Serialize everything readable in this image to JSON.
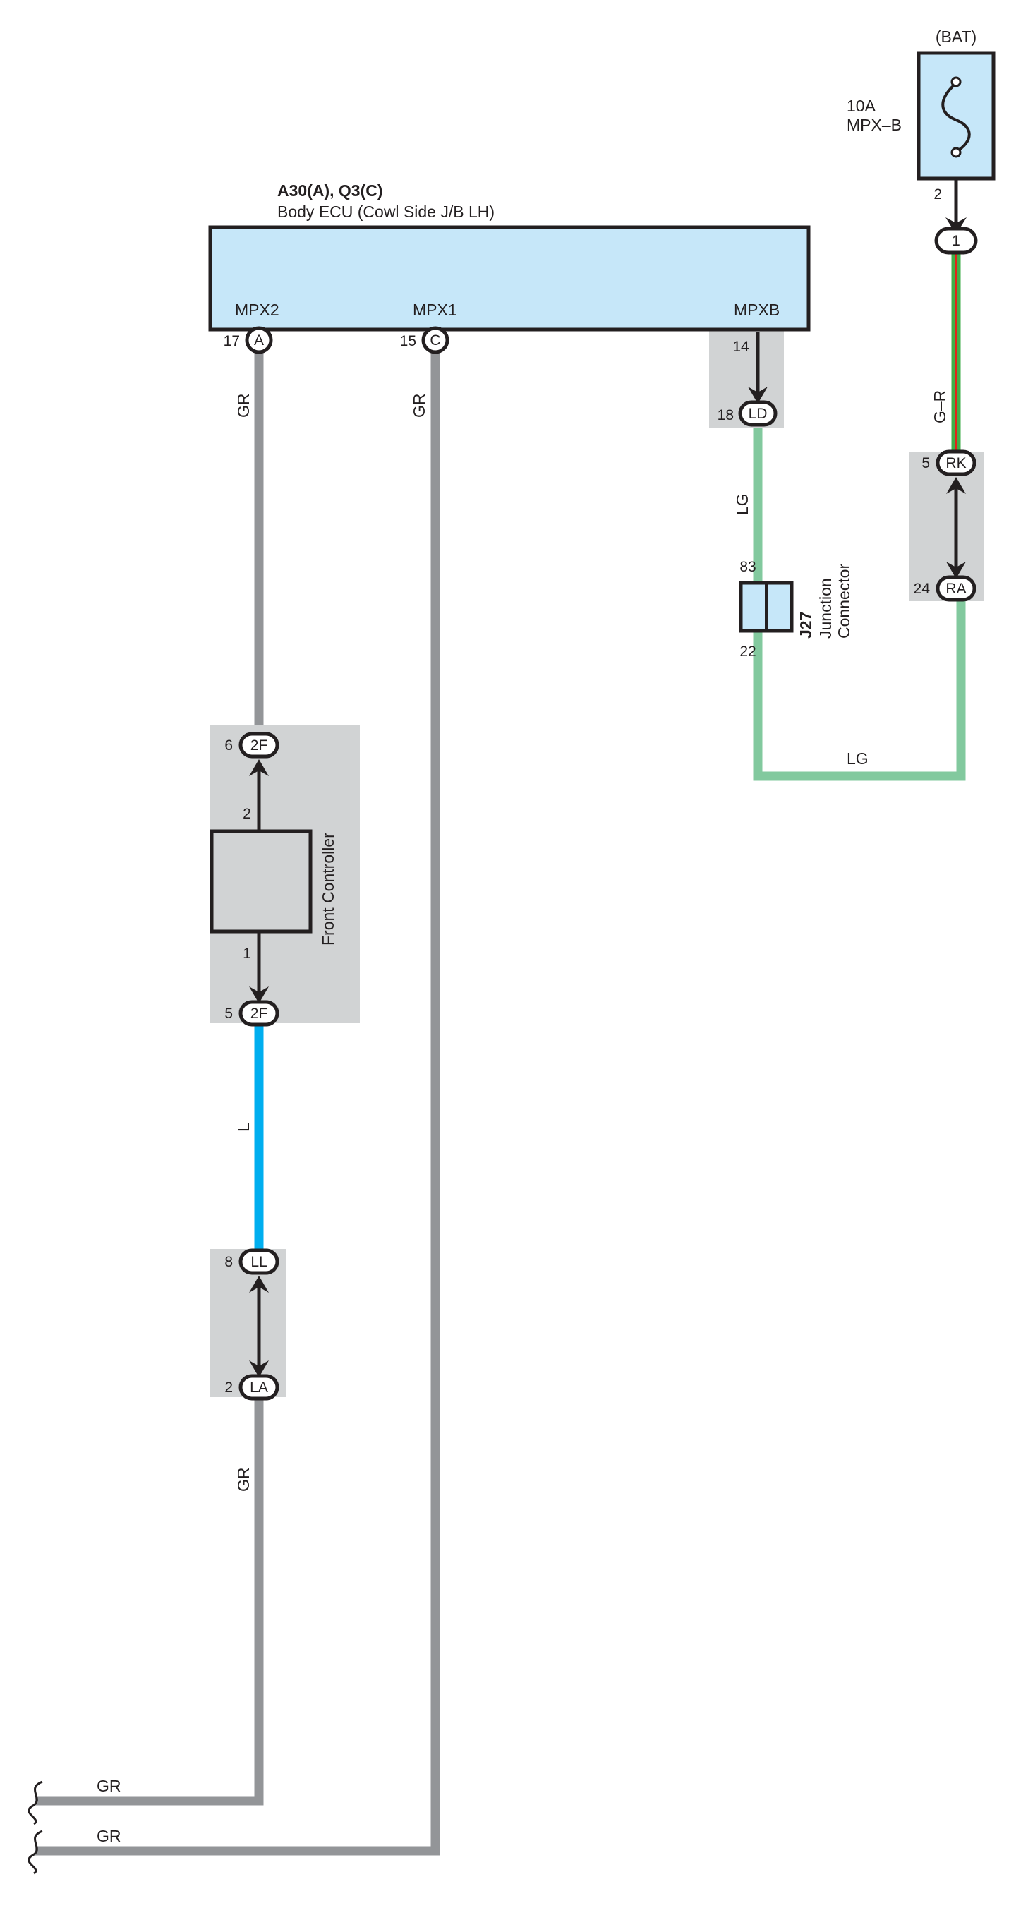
{
  "colors": {
    "GR": "#939598",
    "L": "#00aeef",
    "LG": "#82c99e",
    "G_R_green": "#3fae49",
    "G_R_red": "#e2231a",
    "box_fill": "#c6e7f9",
    "shade": "#d1d3d4",
    "ink": "#231f20"
  },
  "ecu": {
    "connectors_label": "A30(A), Q3(C)",
    "name": "Body ECU (Cowl Side J/B LH)",
    "terminals": [
      {
        "name": "MPX2",
        "pin": "17",
        "connector": "A"
      },
      {
        "name": "MPX1",
        "pin": "15",
        "connector": "C"
      },
      {
        "name": "MPXB",
        "pin": "",
        "connector": ""
      }
    ]
  },
  "fuse": {
    "source": "(BAT)",
    "rating": "10A",
    "name": "MPX–B",
    "out_pin": "2",
    "connector_pin": "1"
  },
  "junction_LD": {
    "pin_top": "14",
    "pin": "18",
    "connector": "LD"
  },
  "junction_RK": {
    "pin": "5",
    "connector": "RK"
  },
  "junction_RA": {
    "pin": "24",
    "connector": "RA"
  },
  "junction_connector": {
    "id": "J27",
    "label_line1": "Junction",
    "label_line2": "Connector",
    "pin_top": "83",
    "pin_bottom": "22"
  },
  "front_controller": {
    "name": "Front Controller",
    "pin_top": "2",
    "pin_bottom": "1",
    "conn_top": {
      "pin": "6",
      "connector": "2F"
    },
    "conn_bottom": {
      "pin": "5",
      "connector": "2F"
    }
  },
  "junction_LL": {
    "pin": "8",
    "connector": "LL"
  },
  "junction_LA": {
    "pin": "2",
    "connector": "LA"
  },
  "wire_labels": {
    "mpx2_upper": "GR",
    "mpx1": "GR",
    "mpxb": "LG",
    "fuse_wire": "G–R",
    "lg_bottom": "LG",
    "front_to_ll": "L",
    "la_down": "GR",
    "bottom_1": "GR",
    "bottom_2": "GR"
  }
}
